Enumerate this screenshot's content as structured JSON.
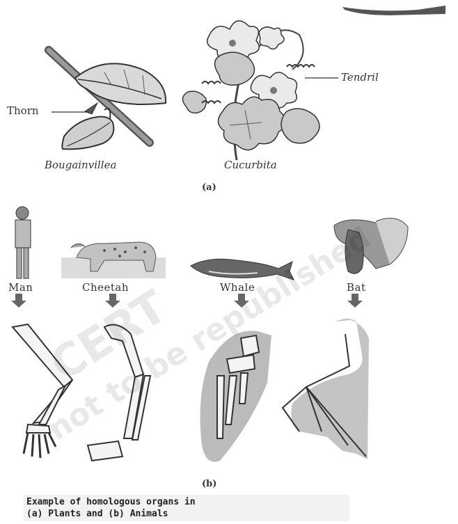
{
  "labels": {
    "thorn": "Thorn",
    "tendril": "Tendril",
    "bougainvillea": "Bougainvillea",
    "cucurbita": "Cucurbita",
    "panel_a": "(a)",
    "panel_b": "(b)",
    "man": "Man",
    "cheetah": "Cheetah",
    "whale": "Whale",
    "bat": "Bat"
  },
  "watermark": {
    "line1": "CERT",
    "line2": "not to be republished"
  },
  "caption": {
    "line1": "Example of homologous organs in",
    "line2": "(a) Plants and (b) Animals"
  }
}
